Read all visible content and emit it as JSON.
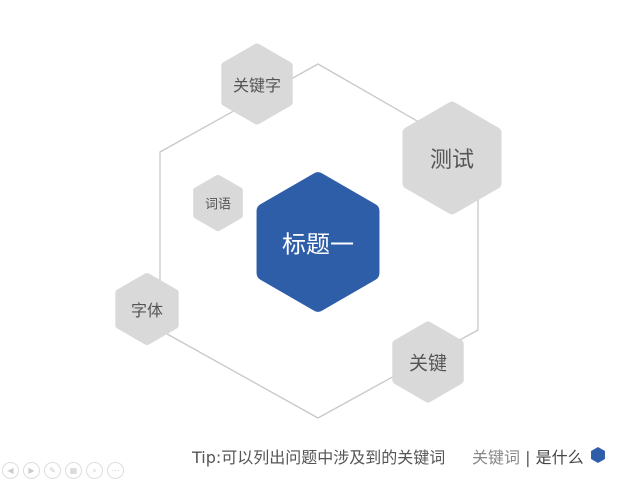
{
  "diagram": {
    "center": "标题一",
    "nodes": [
      "关键字",
      "测试",
      "词语",
      "字体",
      "关键"
    ]
  },
  "footer": {
    "tip": "Tip:可以列出问题中涉及到的关键词",
    "keyword": "关键词",
    "separator": "|",
    "what": "是什么"
  },
  "colors": {
    "accent": "#2f5ea9",
    "node": "#d9d9d9",
    "outline": "#c8c8c8"
  },
  "nav_icons": [
    "prev-icon",
    "next-icon",
    "pen-icon",
    "slides-icon",
    "zoom-icon",
    "more-icon"
  ]
}
